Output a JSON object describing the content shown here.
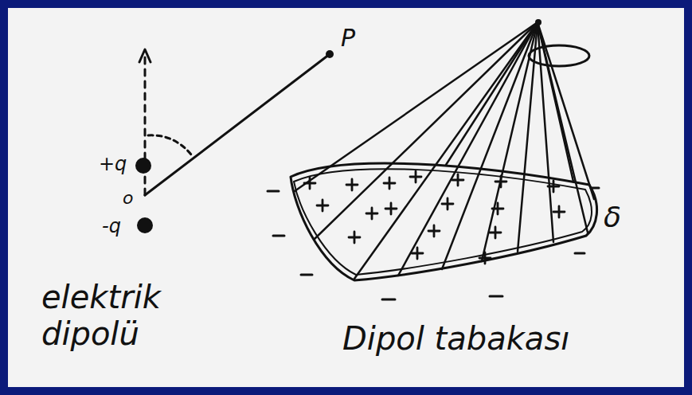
{
  "diagram": {
    "labels": [
      "P",
      "+q",
      "o",
      "-q",
      "elektrik dipolü",
      "Dipol tabakası",
      "δ"
    ]
  }
}
